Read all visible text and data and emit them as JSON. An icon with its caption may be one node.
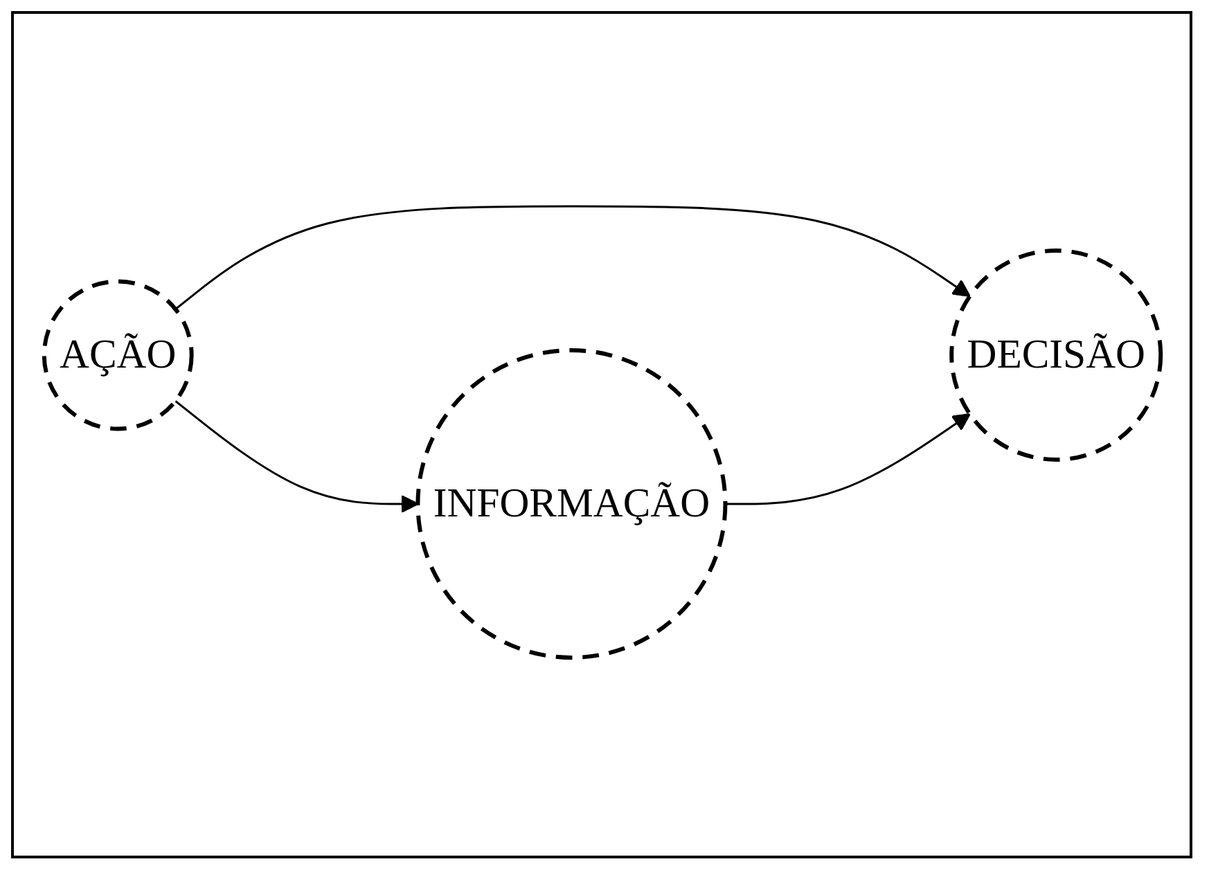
{
  "diagram": {
    "nodes": [
      {
        "text": [
          "DECISÃO"
        ]
      },
      {
        "text": [
          "AÇÃO"
        ]
      },
      {
        "text": [
          "INFORMAÇÃO"
        ]
      }
    ],
    "edges": [
      {
        "from": 1,
        "to": 0,
        "arrow": "to"
      },
      {
        "from": 2,
        "to": 0,
        "arrow": "to"
      },
      {
        "from": 1,
        "to": 2,
        "arrow": "to"
      }
    ]
  }
}
